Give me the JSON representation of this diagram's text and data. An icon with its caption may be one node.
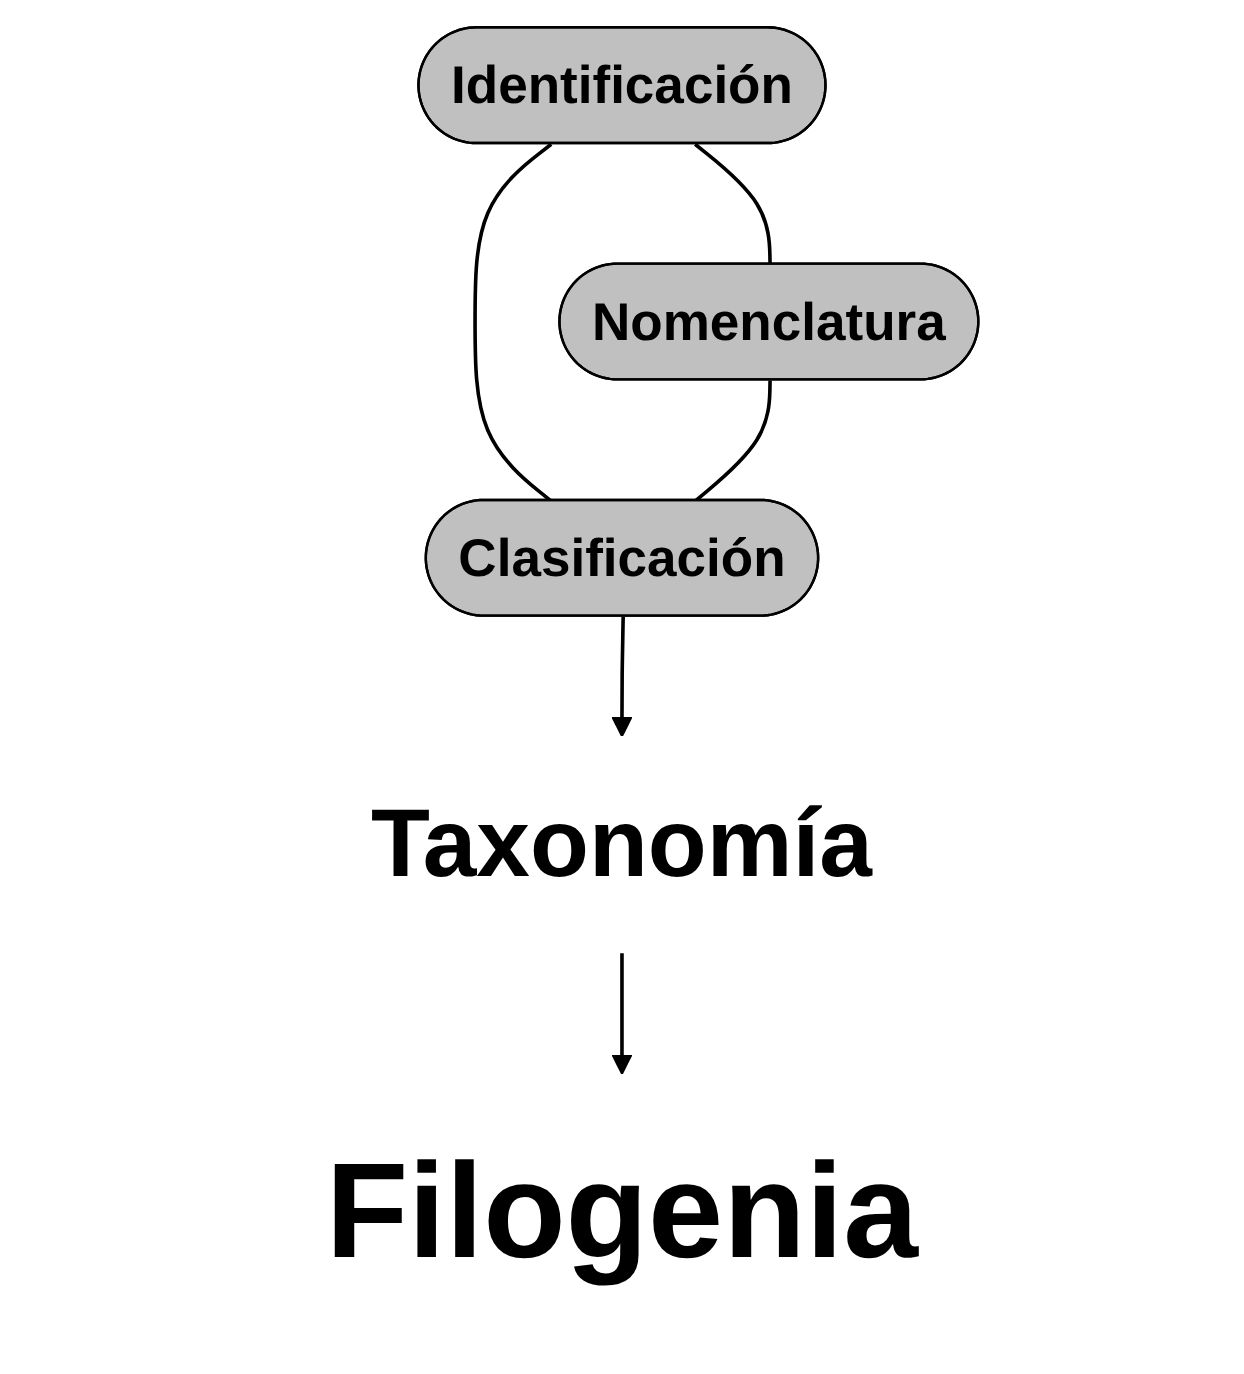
{
  "diagram": {
    "nodes": [
      {
        "text": [
          "Identificación"
        ]
      },
      {
        "text": [
          "Nomenclatura"
        ]
      },
      {
        "text": [
          "Clasificación"
        ]
      },
      {
        "text": [
          "Taxonomía"
        ]
      },
      {
        "text": [
          "Filogenia"
        ]
      }
    ],
    "edges": [
      {
        "from": 0,
        "to": 1,
        "arrow": "none"
      },
      {
        "from": 0,
        "to": 2,
        "arrow": "none"
      },
      {
        "from": 1,
        "to": 2,
        "arrow": "none"
      },
      {
        "from": 2,
        "to": 3,
        "arrow": "to"
      },
      {
        "from": 3,
        "to": 4,
        "arrow": "to"
      }
    ]
  }
}
